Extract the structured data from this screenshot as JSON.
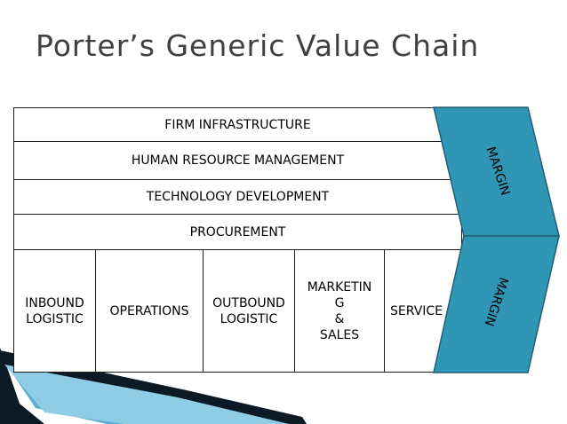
{
  "slide": {
    "title": "Porter’s Generic Value Chain"
  },
  "support_activities": [
    "FIRM INFRASTRUCTURE",
    "HUMAN RESOURCE MANAGEMENT",
    "TECHNOLOGY DEVELOPMENT",
    "PROCUREMENT"
  ],
  "primary_activities": [
    "INBOUND\nLOGISTIC",
    "OPERATIONS",
    "OUTBOUND\nLOGISTIC",
    "MARKETIN\nG\n&\nSALES",
    "SERVICE"
  ],
  "margin": {
    "upper_label": "MARGIN",
    "lower_label": "MARGIN",
    "fill_color": "#2f97b5",
    "stroke_color": "#245e73"
  },
  "colors": {
    "title": "#404040",
    "decor_dark": "#0b1a24",
    "decor_light": "#7ec2dc"
  }
}
